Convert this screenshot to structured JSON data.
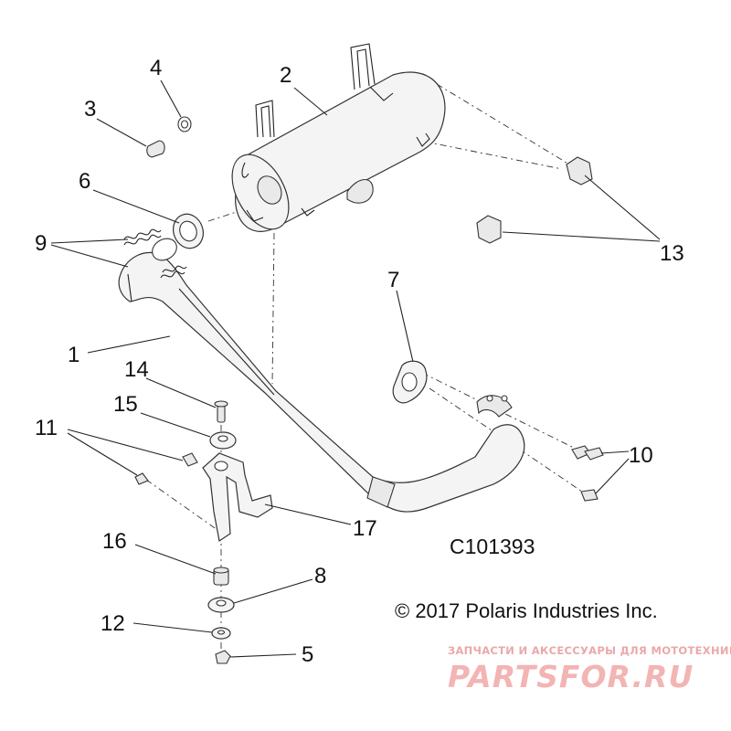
{
  "callouts": [
    {
      "id": "1",
      "text": "1"
    },
    {
      "id": "2",
      "text": "2"
    },
    {
      "id": "3",
      "text": "3"
    },
    {
      "id": "4",
      "text": "4"
    },
    {
      "id": "5",
      "text": "5"
    },
    {
      "id": "6",
      "text": "6"
    },
    {
      "id": "7",
      "text": "7"
    },
    {
      "id": "8",
      "text": "8"
    },
    {
      "id": "9",
      "text": "9"
    },
    {
      "id": "10",
      "text": "10"
    },
    {
      "id": "11",
      "text": "11"
    },
    {
      "id": "12",
      "text": "12"
    },
    {
      "id": "13",
      "text": "13"
    },
    {
      "id": "14",
      "text": "14"
    },
    {
      "id": "15",
      "text": "15"
    },
    {
      "id": "16",
      "text": "16"
    },
    {
      "id": "17",
      "text": "17"
    }
  ],
  "diagram_ref": "C101393",
  "copyright": "© 2017 Polaris Industries Inc.",
  "watermark": {
    "tagline": "ЗАПЧАСТИ И АКСЕССУАРЫ ДЛЯ МОТОТЕХНИКИ",
    "brand": "PARTSFOR.RU",
    "color": "#e89a9a"
  }
}
